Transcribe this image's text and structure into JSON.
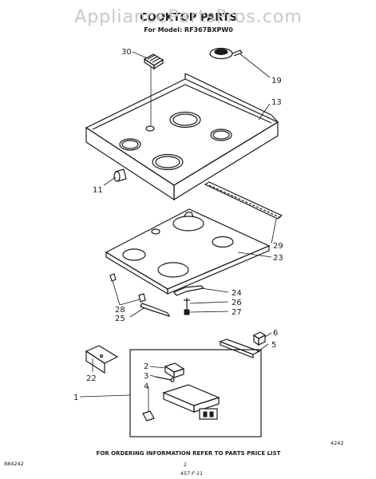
{
  "header": {
    "title": "COOKTOP PARTS",
    "subtitle": "For Model: RF367BXPW0"
  },
  "watermark": "AppliancePartsPros.com",
  "callouts": {
    "c30": "30",
    "c19": "19",
    "c13": "13",
    "c11": "11",
    "c29": "29",
    "c23": "23",
    "c24": "24",
    "c26": "26",
    "c27": "27",
    "c28": "28",
    "c25": "25",
    "c6": "6",
    "c5": "5",
    "c22": "22",
    "c2": "2",
    "c3": "3",
    "c4": "4",
    "c1": "1"
  },
  "footer": {
    "code_right": "4242",
    "notice": "FOR ORDERING INFORMATION REFER TO PARTS PRICE LIST",
    "code_left": "884242",
    "page_number": "2",
    "handwritten": "457·F·11"
  }
}
